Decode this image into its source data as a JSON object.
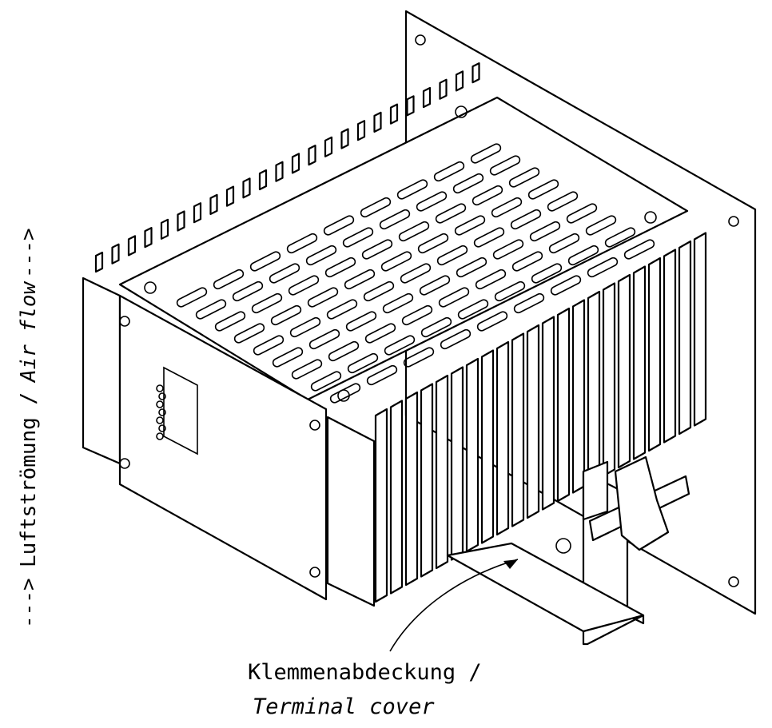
{
  "labels": {
    "airflow_de": "Luftströmung /",
    "airflow_en": "Air flow",
    "airflow_arrow": "--->",
    "airflow_arrow_end": "--->",
    "cover_de": "Klemmenabdeckung /",
    "cover_en": "Terminal cover"
  },
  "colors": {
    "ink": "#000000",
    "paper": "#ffffff"
  }
}
